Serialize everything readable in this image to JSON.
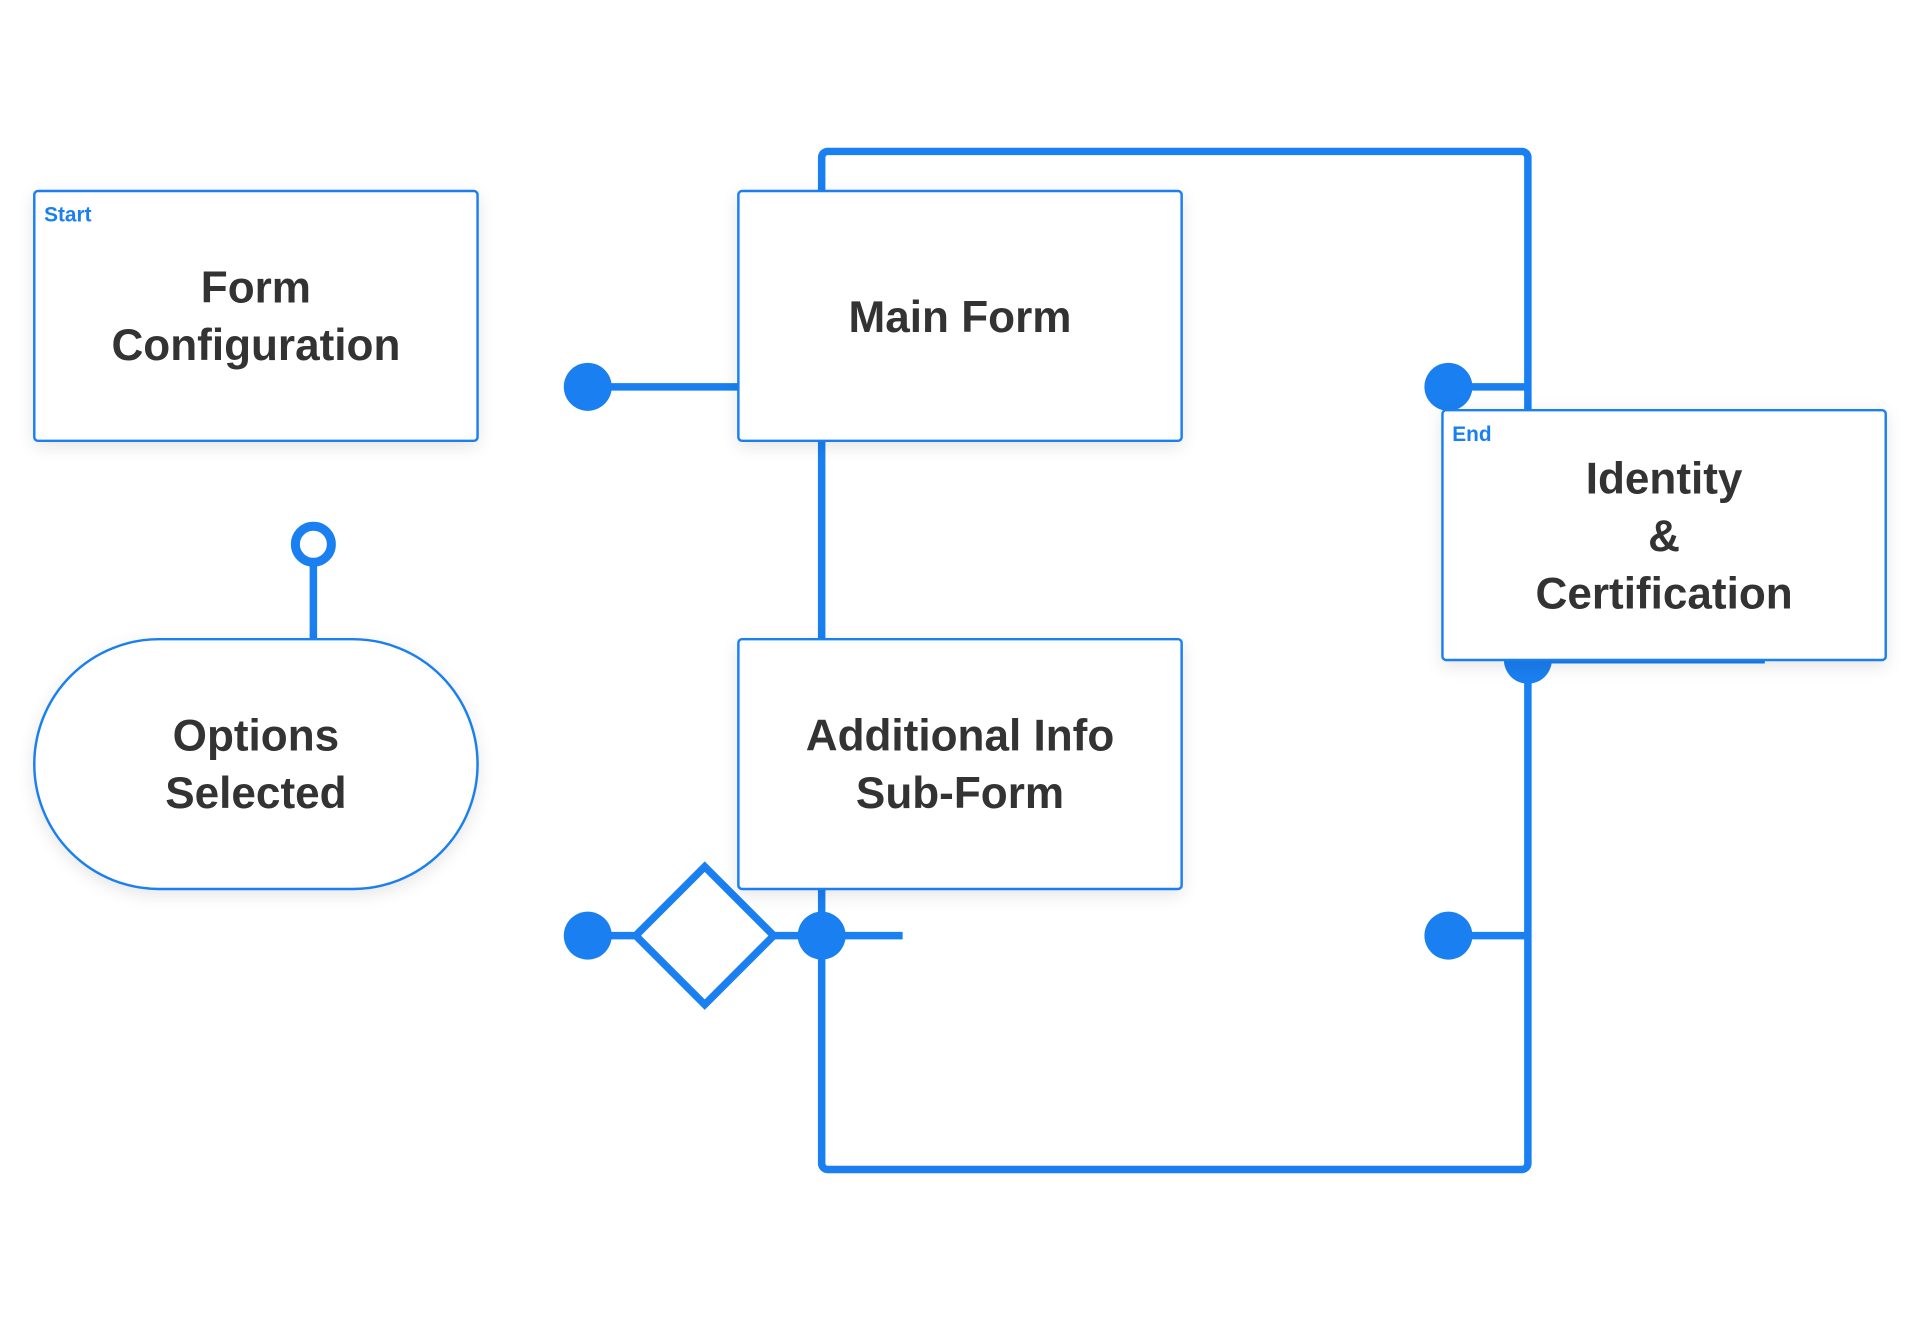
{
  "nodes": {
    "form_configuration": {
      "tag": "Start",
      "label": "Form\nConfiguration"
    },
    "options_selected": {
      "label": "Options\nSelected"
    },
    "main_form": {
      "label": "Main Form"
    },
    "additional_info": {
      "label": "Additional Info\nSub-Form"
    },
    "identity": {
      "tag": "End",
      "label": "Identity\n&\nCertification"
    }
  },
  "colors": {
    "accent": "#1a7ff0",
    "text": "#333333"
  }
}
